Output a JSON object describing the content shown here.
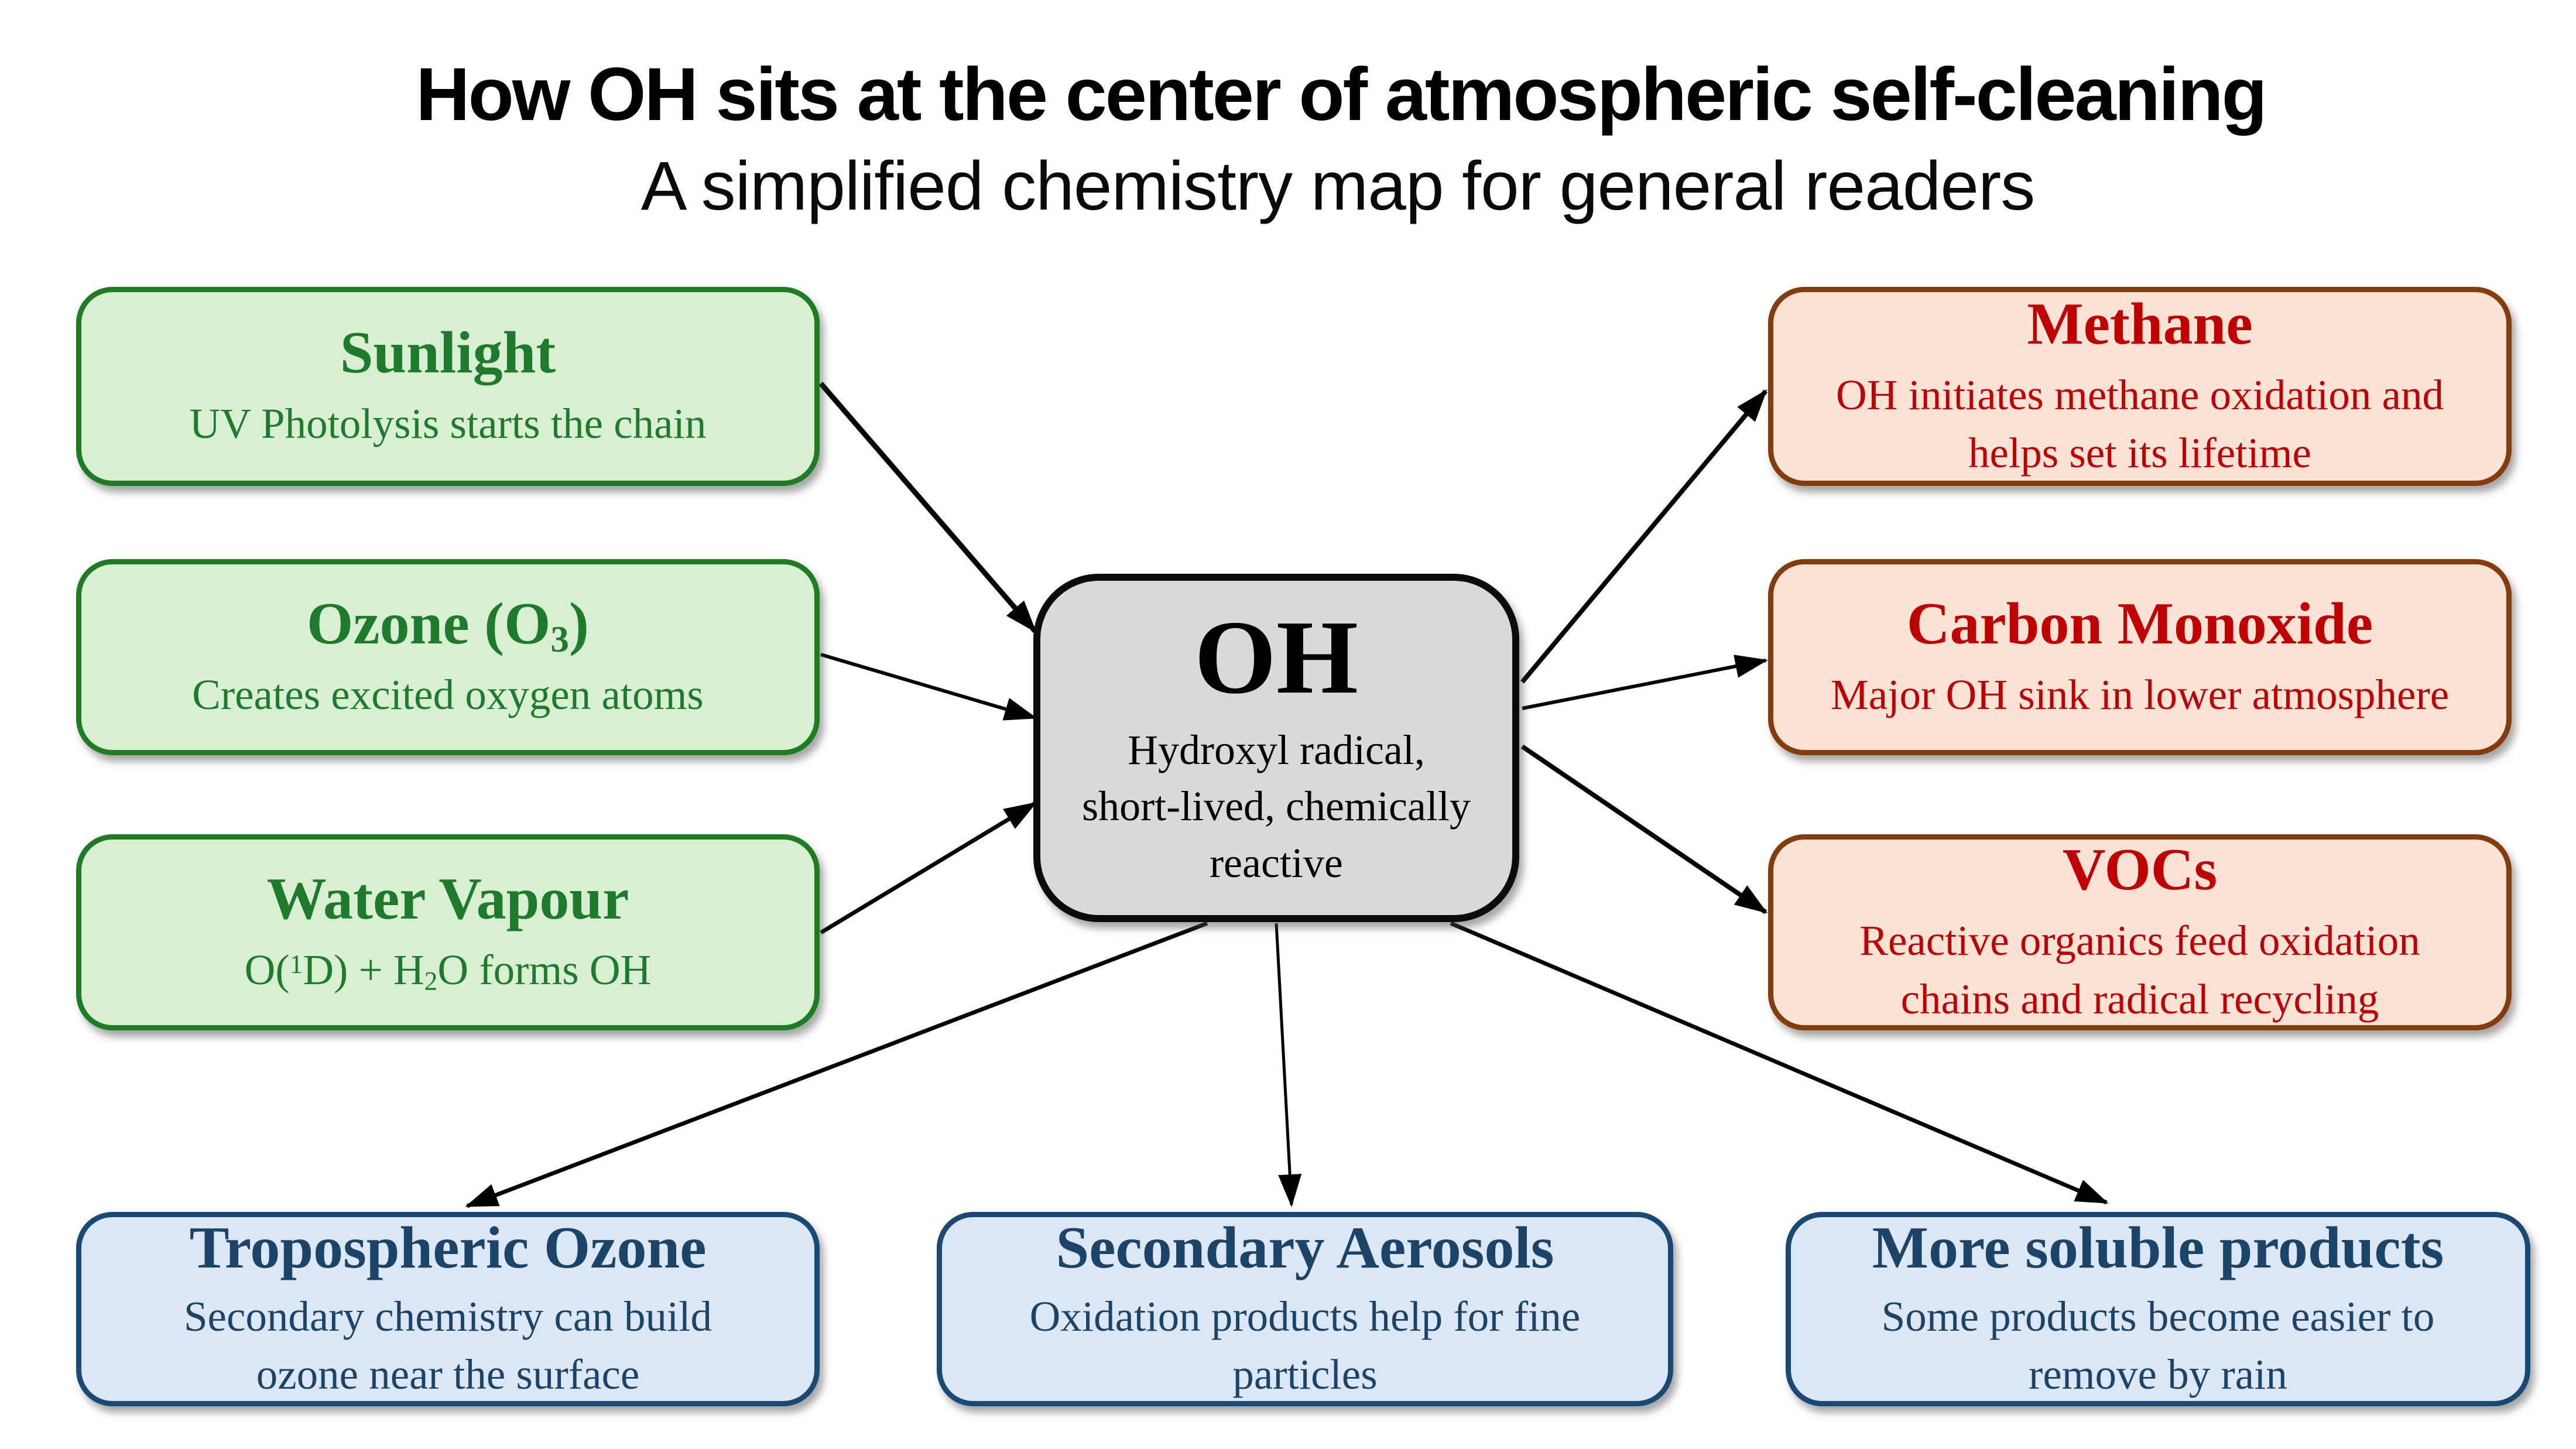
{
  "header": {
    "title": "How OH sits at the center of atmospheric self-cleaning",
    "subtitle": "A simplified chemistry map for general readers"
  },
  "center": {
    "title": "OH",
    "desc": "Hydroxyl radical,\nshort-lived, chemically\nreactive"
  },
  "sources": [
    {
      "title": "Sunlight",
      "desc": "UV Photolysis starts the chain"
    },
    {
      "title_pre": "Ozone (O",
      "title_sub": "3",
      "title_post": ")",
      "desc": "Creates excited oxygen atoms"
    },
    {
      "title": "Water Vapour",
      "desc_p1": "O(",
      "desc_sup": "1",
      "desc_p2": "D) + H",
      "desc_sub": "2",
      "desc_p3": "O forms OH"
    }
  ],
  "sinks": [
    {
      "title": "Methane",
      "desc": "OH initiates methane oxidation and\nhelps set its lifetime"
    },
    {
      "title": "Carbon Monoxide",
      "desc": "Major OH sink in lower atmosphere"
    },
    {
      "title": "VOCs",
      "desc": "Reactive organics feed oxidation\nchains and radical recycling"
    }
  ],
  "products": [
    {
      "title": "Tropospheric Ozone",
      "desc": "Secondary chemistry can build\nozone near the surface"
    },
    {
      "title": "Secondary Aerosols",
      "desc": "Oxidation products help for fine\nparticles"
    },
    {
      "title": "More soluble products",
      "desc": "Some products become easier to\nremove by rain"
    }
  ],
  "edges": [
    {
      "from": "Sunlight",
      "to": "OH"
    },
    {
      "from": "Ozone (O3)",
      "to": "OH"
    },
    {
      "from": "Water Vapour",
      "to": "OH"
    },
    {
      "from": "OH",
      "to": "Methane"
    },
    {
      "from": "OH",
      "to": "Carbon Monoxide"
    },
    {
      "from": "OH",
      "to": "VOCs"
    },
    {
      "from": "OH",
      "to": "Tropospheric Ozone"
    },
    {
      "from": "OH",
      "to": "Secondary Aerosols"
    },
    {
      "from": "OH",
      "to": "More soluble products"
    }
  ],
  "colors": {
    "green_fill": "#d8efd2",
    "green_border": "#1e7d23",
    "green_text": "#1e7b2c",
    "peach_fill": "#fce3d6",
    "peach_border": "#843c0c",
    "peach_text": "#c00000",
    "blue_fill": "#dbe7f5",
    "blue_border": "#1a4a74",
    "blue_text": "#1c4468",
    "gray_fill": "#d9d9d9",
    "gray_border": "#0b0b0b",
    "arrow": "#000000"
  }
}
